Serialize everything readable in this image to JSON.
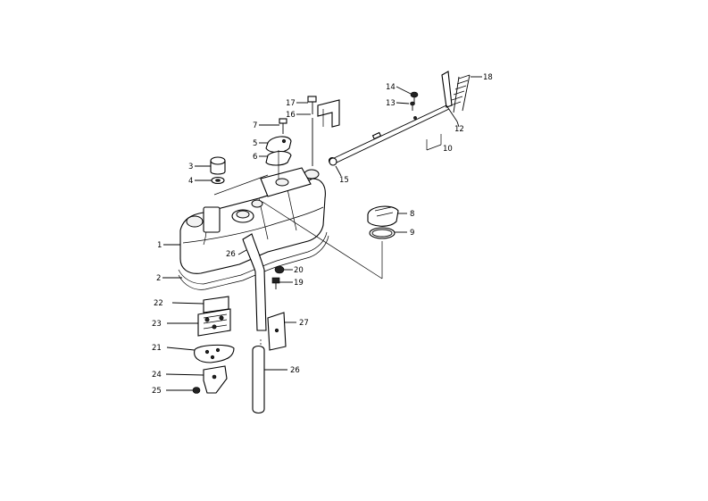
{
  "diagram": {
    "callouts": [
      {
        "id": "1",
        "text": "1"
      },
      {
        "id": "2",
        "text": "2"
      },
      {
        "id": "3",
        "text": "3"
      },
      {
        "id": "4",
        "text": "4"
      },
      {
        "id": "5",
        "text": "5"
      },
      {
        "id": "6",
        "text": "6"
      },
      {
        "id": "7",
        "text": "7"
      },
      {
        "id": "8",
        "text": "8"
      },
      {
        "id": "9",
        "text": "9"
      },
      {
        "id": "10",
        "text": "10"
      },
      {
        "id": "12",
        "text": "12"
      },
      {
        "id": "13",
        "text": "13"
      },
      {
        "id": "14",
        "text": "14"
      },
      {
        "id": "15",
        "text": "15"
      },
      {
        "id": "16",
        "text": "16"
      },
      {
        "id": "17",
        "text": "17"
      },
      {
        "id": "18",
        "text": "18"
      },
      {
        "id": "19",
        "text": "19"
      },
      {
        "id": "20",
        "text": "20"
      },
      {
        "id": "21",
        "text": "21"
      },
      {
        "id": "22",
        "text": "22"
      },
      {
        "id": "23",
        "text": "23"
      },
      {
        "id": "24",
        "text": "24"
      },
      {
        "id": "25",
        "text": "25"
      },
      {
        "id": "26a",
        "text": "26"
      },
      {
        "id": "26b",
        "text": "26"
      },
      {
        "id": "27",
        "text": "27"
      }
    ]
  }
}
